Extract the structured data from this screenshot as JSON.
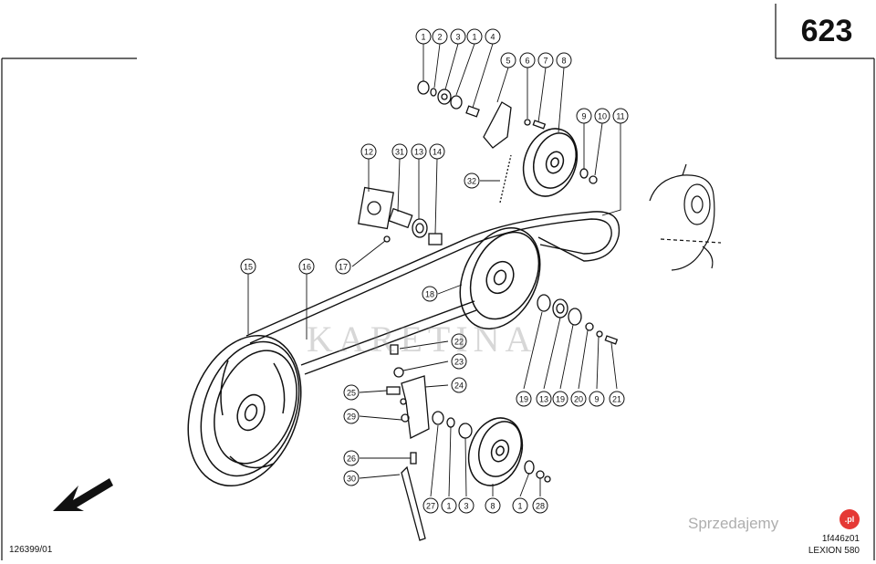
{
  "header": {
    "page_number": "623"
  },
  "footer": {
    "ref_left": "126399/01",
    "ref_right_top": "1f446z01",
    "model": "LEXION 580"
  },
  "watermark": {
    "text": "KARETINA"
  },
  "site_badge": {
    "name": "Sprzedajemy",
    "badge": ".pl",
    "color": "#e53935"
  },
  "callouts": [
    {
      "label": "1"
    },
    {
      "label": "2"
    },
    {
      "label": "3"
    },
    {
      "label": "1"
    },
    {
      "label": "4"
    },
    {
      "label": "5"
    },
    {
      "label": "6"
    },
    {
      "label": "7"
    },
    {
      "label": "8"
    },
    {
      "label": "9"
    },
    {
      "label": "10"
    },
    {
      "label": "11"
    },
    {
      "label": "12"
    },
    {
      "label": "31"
    },
    {
      "label": "13"
    },
    {
      "label": "14"
    },
    {
      "label": "32"
    },
    {
      "label": "17"
    },
    {
      "label": "15"
    },
    {
      "label": "16"
    },
    {
      "label": "18"
    },
    {
      "label": "22"
    },
    {
      "label": "23"
    },
    {
      "label": "24"
    },
    {
      "label": "25"
    },
    {
      "label": "29"
    },
    {
      "label": "19"
    },
    {
      "label": "13"
    },
    {
      "label": "19"
    },
    {
      "label": "20"
    },
    {
      "label": "9"
    },
    {
      "label": "21"
    },
    {
      "label": "26"
    },
    {
      "label": "30"
    },
    {
      "label": "27"
    },
    {
      "label": "1"
    },
    {
      "label": "3"
    },
    {
      "label": "8"
    },
    {
      "label": "1"
    },
    {
      "label": "28"
    }
  ]
}
